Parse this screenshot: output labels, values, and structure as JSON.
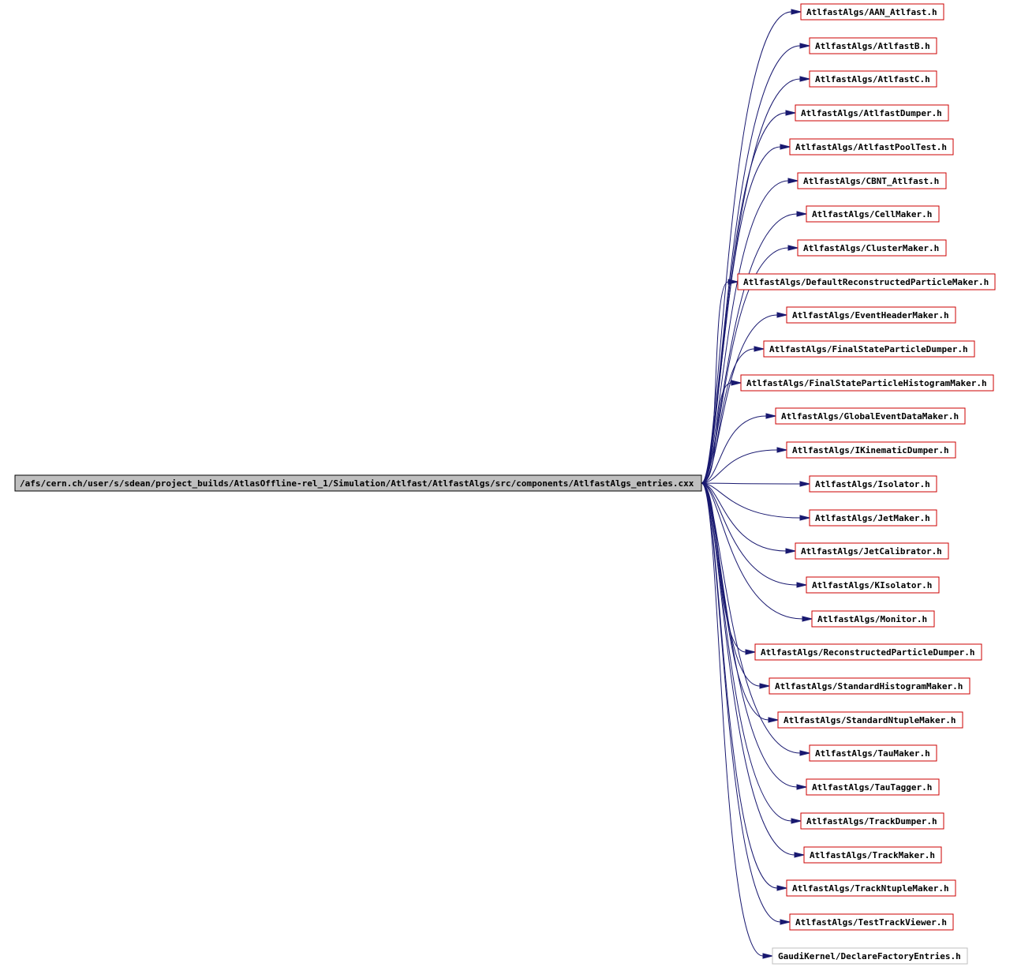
{
  "source": {
    "label": "/afs/cern.ch/user/s/sdean/project_builds/AtlasOffline-rel_1/Simulation/Atlfast/AtlfastAlgs/src/components/AtlfastAlgs_entries.cxx"
  },
  "dependencies": [
    {
      "label": "AtlfastAlgs/AAN_Atlfast.h",
      "external": false
    },
    {
      "label": "AtlfastAlgs/AtlfastB.h",
      "external": false
    },
    {
      "label": "AtlfastAlgs/AtlfastC.h",
      "external": false
    },
    {
      "label": "AtlfastAlgs/AtlfastDumper.h",
      "external": false
    },
    {
      "label": "AtlfastAlgs/AtlfastPoolTest.h",
      "external": false
    },
    {
      "label": "AtlfastAlgs/CBNT_Atlfast.h",
      "external": false
    },
    {
      "label": "AtlfastAlgs/CellMaker.h",
      "external": false
    },
    {
      "label": "AtlfastAlgs/ClusterMaker.h",
      "external": false
    },
    {
      "label": "AtlfastAlgs/DefaultReconstructedParticleMaker.h",
      "external": false
    },
    {
      "label": "AtlfastAlgs/EventHeaderMaker.h",
      "external": false
    },
    {
      "label": "AtlfastAlgs/FinalStateParticleDumper.h",
      "external": false
    },
    {
      "label": "AtlfastAlgs/FinalStateParticleHistogramMaker.h",
      "external": false
    },
    {
      "label": "AtlfastAlgs/GlobalEventDataMaker.h",
      "external": false
    },
    {
      "label": "AtlfastAlgs/IKinematicDumper.h",
      "external": false
    },
    {
      "label": "AtlfastAlgs/Isolator.h",
      "external": false
    },
    {
      "label": "AtlfastAlgs/JetMaker.h",
      "external": false
    },
    {
      "label": "AtlfastAlgs/JetCalibrator.h",
      "external": false
    },
    {
      "label": "AtlfastAlgs/KIsolator.h",
      "external": false
    },
    {
      "label": "AtlfastAlgs/Monitor.h",
      "external": false
    },
    {
      "label": "AtlfastAlgs/ReconstructedParticleDumper.h",
      "external": false
    },
    {
      "label": "AtlfastAlgs/StandardHistogramMaker.h",
      "external": false
    },
    {
      "label": "AtlfastAlgs/StandardNtupleMaker.h",
      "external": false
    },
    {
      "label": "AtlfastAlgs/TauMaker.h",
      "external": false
    },
    {
      "label": "AtlfastAlgs/TauTagger.h",
      "external": false
    },
    {
      "label": "AtlfastAlgs/TrackDumper.h",
      "external": false
    },
    {
      "label": "AtlfastAlgs/TrackMaker.h",
      "external": false
    },
    {
      "label": "AtlfastAlgs/TrackNtupleMaker.h",
      "external": false
    },
    {
      "label": "AtlfastAlgs/TestTrackViewer.h",
      "external": false
    },
    {
      "label": "GaudiKernel/DeclareFactoryEntries.h",
      "external": true
    }
  ],
  "colors": {
    "edge": "#191970",
    "source_fill": "#bfbfbf",
    "dependency_border": "#cc0000",
    "external_border": "#bfbfbf"
  }
}
